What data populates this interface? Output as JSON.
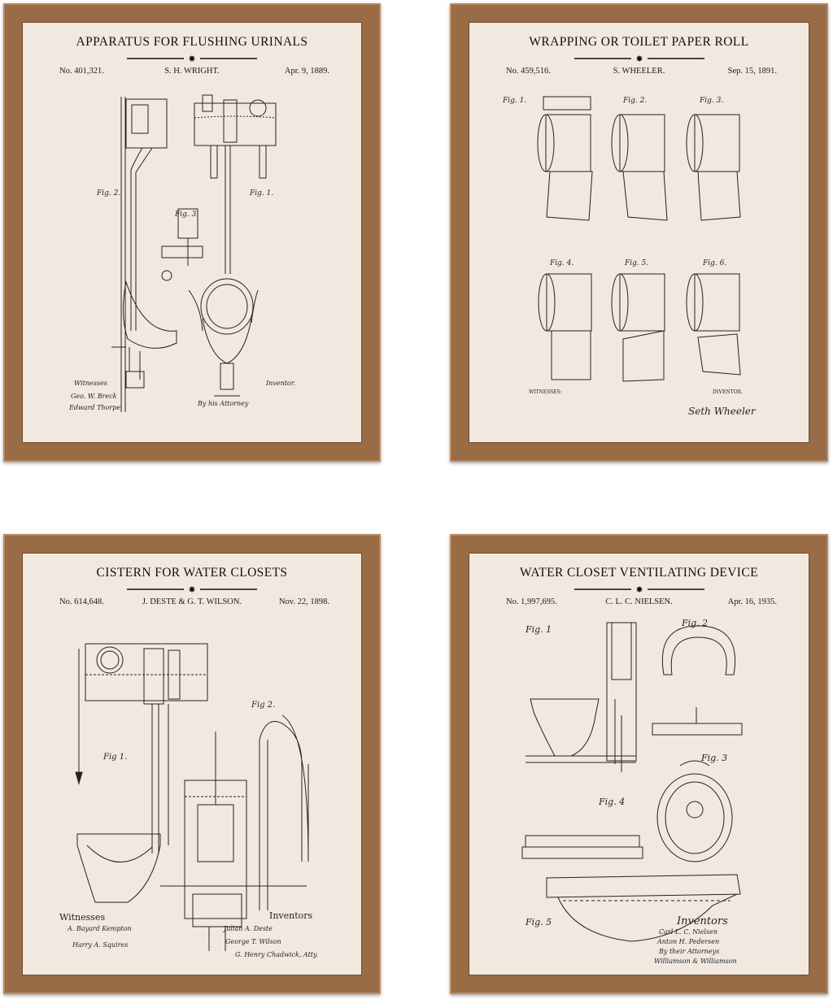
{
  "posters": [
    {
      "title": "APPARATUS FOR FLUSHING URINALS",
      "patent_no": "No. 401,321.",
      "inventor": "S. H. WRIGHT.",
      "date": "Apr. 9, 1889."
    },
    {
      "title": "WRAPPING OR TOILET PAPER ROLL",
      "patent_no": "No. 459,516.",
      "inventor": "S. WHEELER.",
      "date": "Sep. 15, 1891.",
      "witnesses_label": "WITNESSES:",
      "inventor_label": "INVENTOR."
    },
    {
      "title": "CISTERN FOR WATER CLOSETS",
      "patent_no": "No. 614,648.",
      "inventor": "J. DESTE & G. T. WILSON.",
      "date": "Nov. 22, 1898.",
      "witnesses_label": "Witnesses",
      "inventors_label": "Inventors"
    },
    {
      "title": "WATER CLOSET VENTILATING DEVICE",
      "patent_no": "No. 1,997,695.",
      "inventor": "C. L. C. NIELSEN.",
      "date": "Apr. 16, 1935.",
      "inventors_label": "Inventors"
    }
  ],
  "colors": {
    "frame": "#9a6c45",
    "mat": "#f1e9e0",
    "ink": "#111111"
  }
}
